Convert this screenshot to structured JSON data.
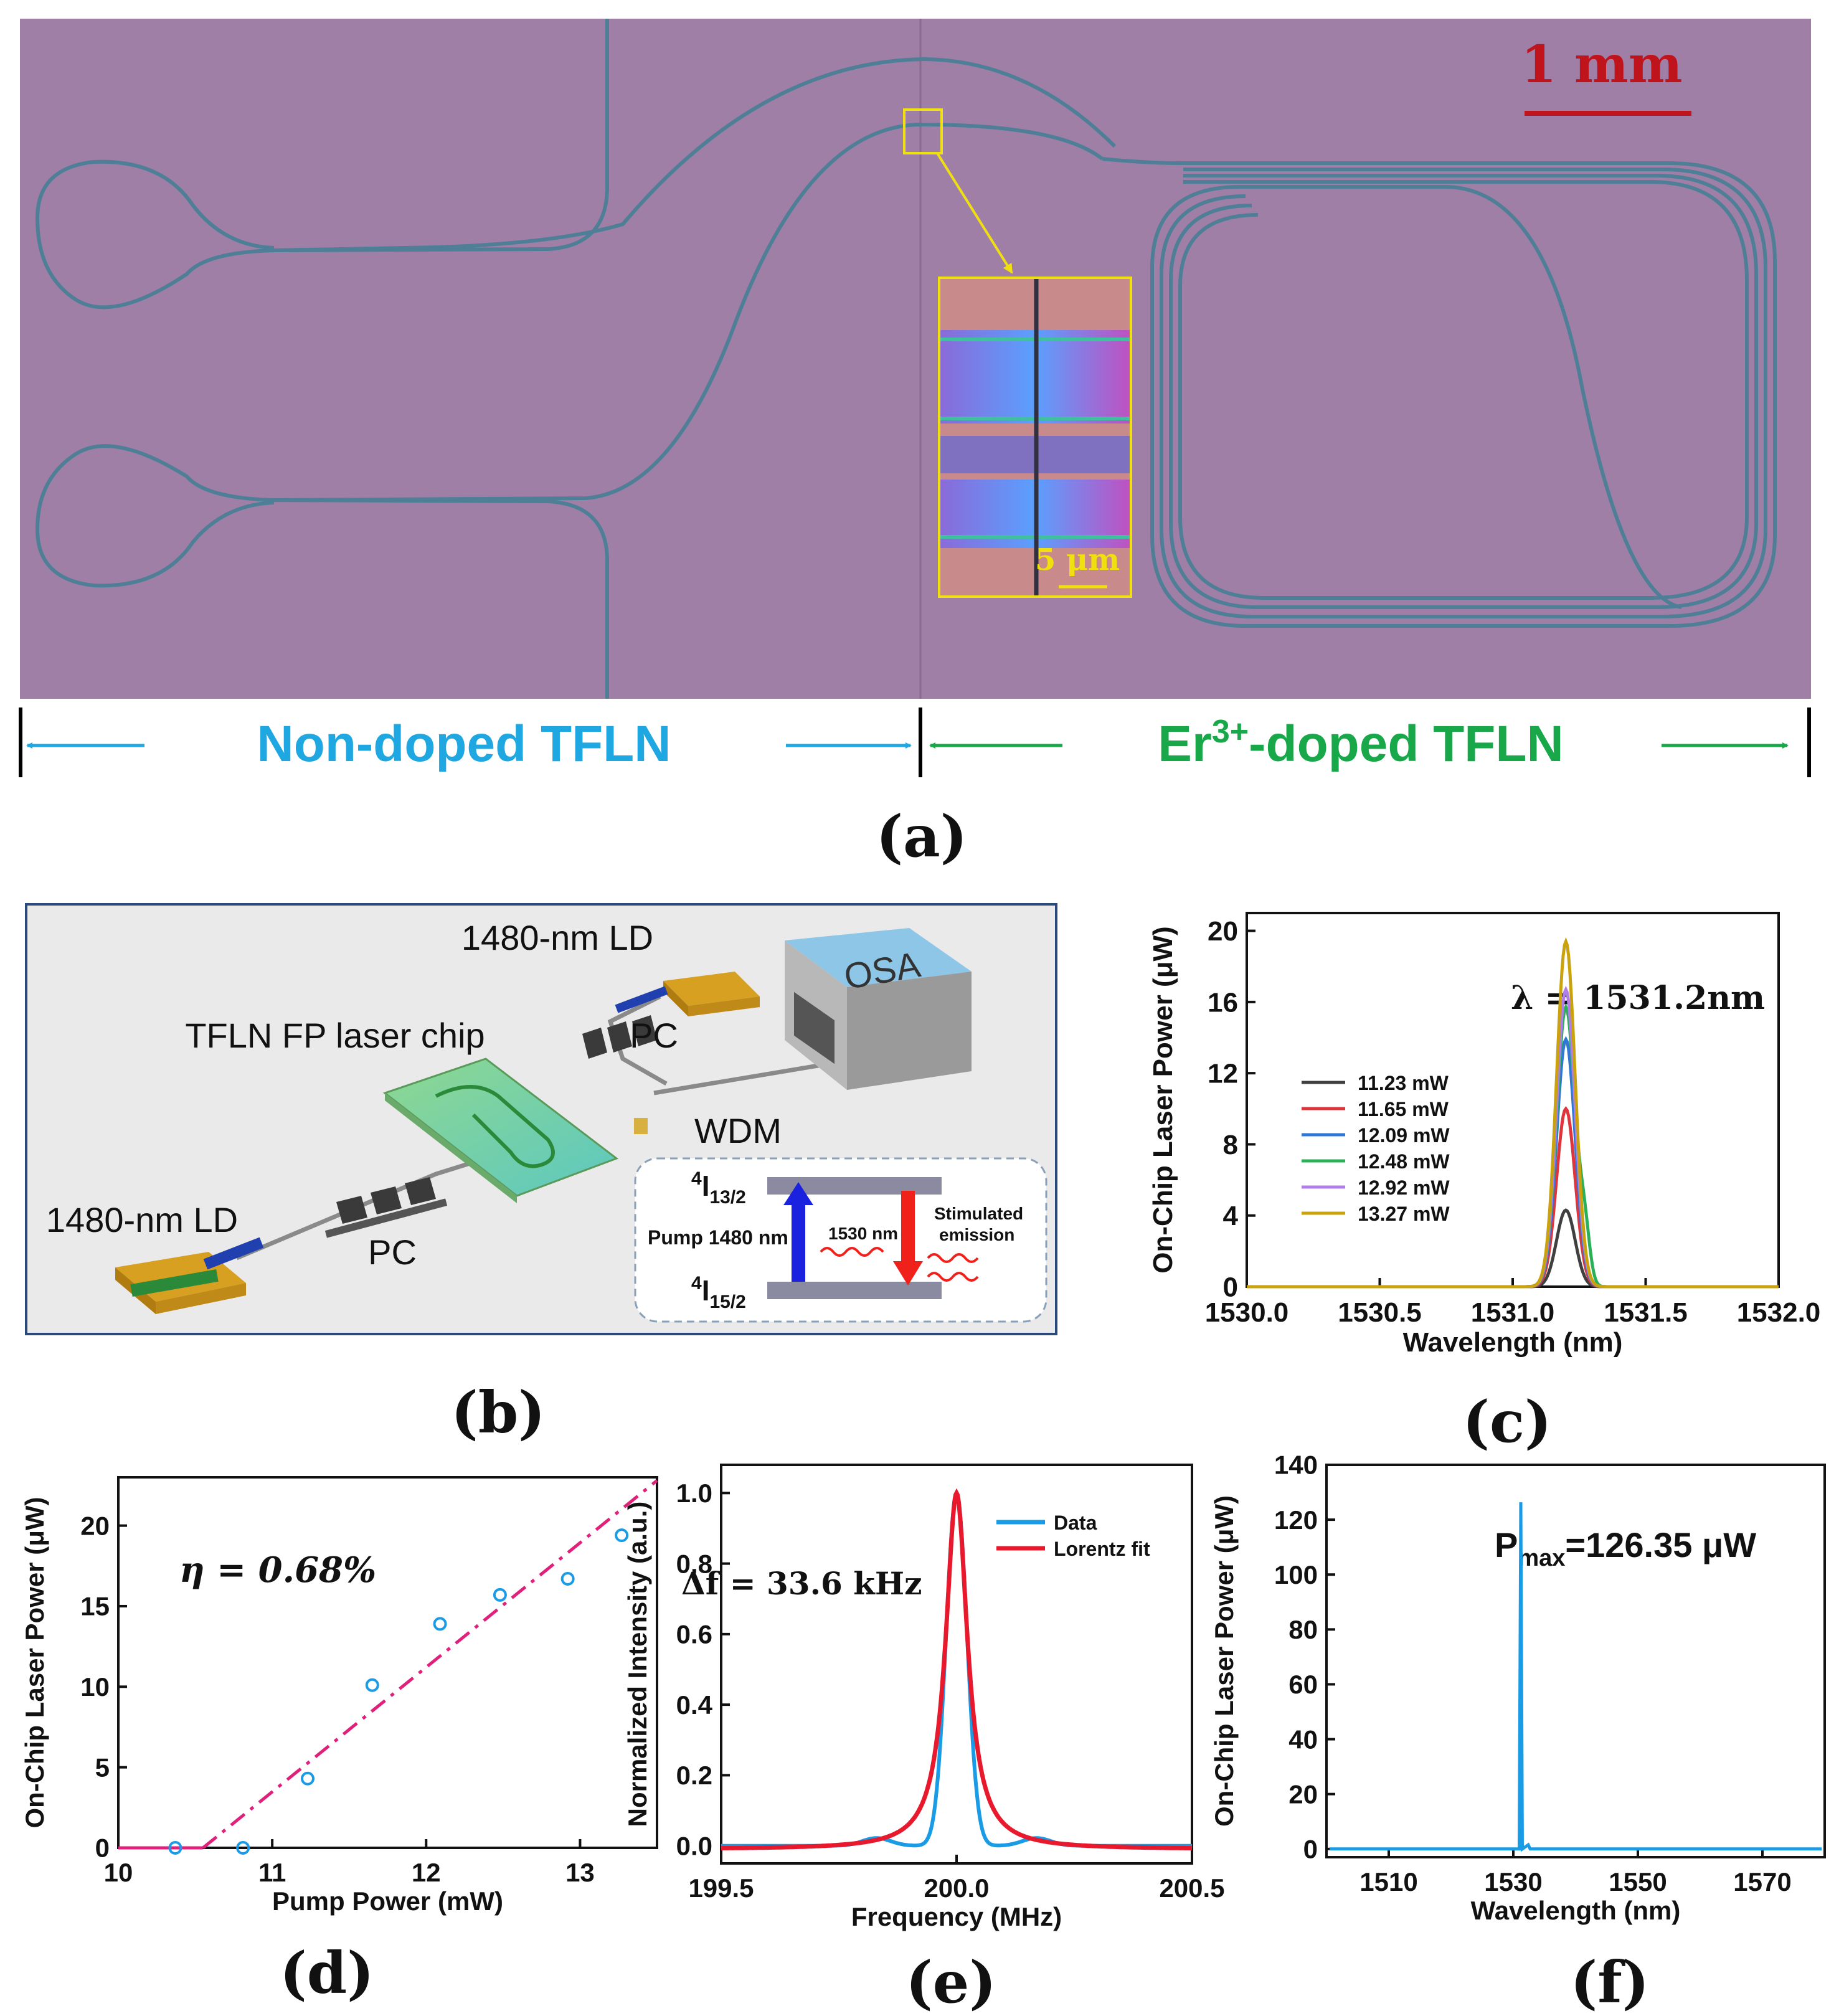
{
  "panel_a": {
    "label": "(a)",
    "scale_bar": "1 mm",
    "inset_scale": "5 μm",
    "region_left": "Non-doped TFLN",
    "region_right_prefix": "Er",
    "region_right_sup": "3+",
    "region_right_suffix": "-doped TFLN"
  },
  "panel_b": {
    "label": "(b)",
    "ld_top": "1480-nm LD",
    "ld_bottom": "1480-nm LD",
    "chip": "TFLN FP laser chip",
    "pc_top": "PC",
    "pc_bottom": "PC",
    "wdm": "WDM",
    "osa": "OSA",
    "level_upper": "I",
    "level_upper_sup": "4",
    "level_upper_sub": "13/2",
    "level_lower": "I",
    "level_lower_sup": "4",
    "level_lower_sub": "15/2",
    "pump": "Pump 1480 nm",
    "emit_wl": "1530 nm",
    "stim1": "Stimulated",
    "stim2": "emission"
  },
  "panel_c": {
    "label": "(c)",
    "annotation": "λ = 1531.2nm"
  },
  "panel_d": {
    "label": "(d)",
    "annotation": "η = 0.68%"
  },
  "panel_e": {
    "label": "(e)",
    "annotation": "Δf = 33.6 kHz"
  },
  "panel_f": {
    "label": "(f)",
    "annotation_main": "P",
    "annotation_sub": "max",
    "annotation_tail": "=126.35 μW"
  },
  "chart_data": [
    {
      "id": "c",
      "type": "line",
      "xlabel": "Wavelength (nm)",
      "ylabel": "On-Chip Laser Power (μW)",
      "xlim": [
        1530.0,
        1532.0
      ],
      "ylim": [
        0,
        21
      ],
      "xticks": [
        1530.0,
        1530.5,
        1531.0,
        1531.5,
        1532.0
      ],
      "xtick_labels": [
        "1530.0",
        "1530.5",
        "1531.0",
        "1531.5",
        "1532.0"
      ],
      "yticks": [
        0,
        4,
        8,
        12,
        16,
        20
      ],
      "peak_x": 1531.2,
      "legend_placement": "middle-left",
      "series": [
        {
          "name": "11.23 mW",
          "peak": 4.3,
          "color": "#404040"
        },
        {
          "name": "11.65 mW",
          "peak": 10.0,
          "color": "#e0343c"
        },
        {
          "name": "12.09 mW",
          "peak": 13.9,
          "color": "#2f78d6"
        },
        {
          "name": "12.48 mW",
          "peak": 15.7,
          "color": "#2bb05a"
        },
        {
          "name": "12.92 mW",
          "peak": 16.7,
          "color": "#b07ee8"
        },
        {
          "name": "13.27 mW",
          "peak": 19.4,
          "color": "#c9a20e"
        }
      ]
    },
    {
      "id": "d",
      "type": "scatter",
      "xlabel": "Pump Power (mW)",
      "ylabel": "On-Chip Laser Power (μW)",
      "xlim": [
        10,
        13.5
      ],
      "ylim": [
        0,
        23
      ],
      "xticks": [
        10,
        11,
        12,
        13
      ],
      "yticks": [
        0,
        5,
        10,
        15,
        20
      ],
      "points_x": [
        10.37,
        10.81,
        11.23,
        11.65,
        12.09,
        12.48,
        12.92,
        13.27
      ],
      "points_y": [
        0.0,
        0.0,
        4.3,
        10.1,
        13.9,
        15.7,
        16.7,
        19.4
      ],
      "fit": {
        "x": [
          10.55,
          13.5
        ],
        "y": [
          0.0,
          22.8
        ]
      },
      "baseline": {
        "x": [
          10.0,
          10.55
        ],
        "y": [
          0.0,
          0.0
        ]
      }
    },
    {
      "id": "e",
      "type": "line",
      "xlabel": "Frequency (MHz)",
      "ylabel": "Normalized Intensity (a.u.)",
      "xlim": [
        199.5,
        200.5
      ],
      "ylim": [
        -0.05,
        1.08
      ],
      "xticks": [
        199.5,
        200.0,
        200.5
      ],
      "xtick_labels": [
        "199.5",
        "200.0",
        "200.5"
      ],
      "yticks": [
        0.0,
        0.2,
        0.4,
        0.6,
        0.8,
        1.0
      ],
      "ytick_labels": [
        "0.0",
        "0.2",
        "0.4",
        "0.6",
        "0.8",
        "1.0"
      ],
      "legend_placement": "top-right",
      "series": [
        {
          "name": "Data",
          "color": "#1a9be6",
          "center": 200.0,
          "peak": 1.0
        },
        {
          "name": "Lorentz fit",
          "color": "#e8192c",
          "center": 200.0,
          "peak": 1.01
        }
      ]
    },
    {
      "id": "f",
      "type": "line",
      "xlabel": "Wavelength (nm)",
      "ylabel": "On-Chip Laser Power (μW)",
      "xlim": [
        1500,
        1580
      ],
      "ylim": [
        -3,
        140
      ],
      "xticks": [
        1510,
        1530,
        1550,
        1570
      ],
      "yticks": [
        0,
        20,
        40,
        60,
        80,
        100,
        120,
        140
      ],
      "peak_x": 1531.2,
      "peak_y": 126.35,
      "color": "#1a9be6"
    }
  ]
}
